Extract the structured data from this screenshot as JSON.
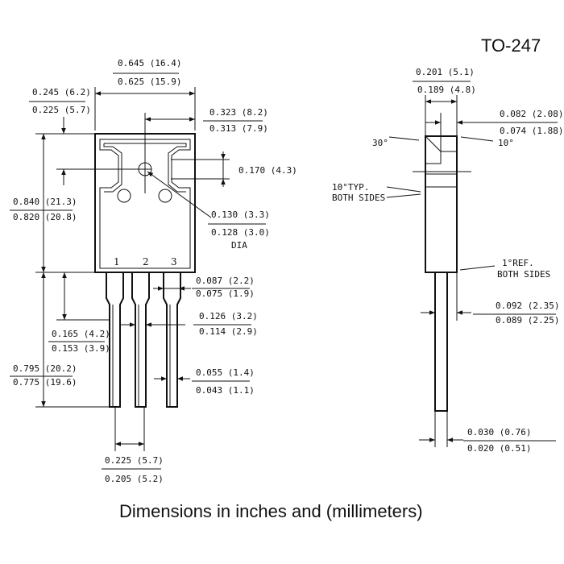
{
  "title": "TO-247",
  "caption": "Dimensions in inches and (millimeters)",
  "pins": [
    "1",
    "2",
    "3"
  ],
  "front_view": {
    "body_width": {
      "max": "0.645 (16.4)",
      "min": "0.625 (15.9)"
    },
    "tab_left_offset": {
      "max": "0.245 (6.2)",
      "min": "0.225 (5.7)"
    },
    "hole_to_right_edge": {
      "max": "0.323 (8.2)",
      "min": "0.313 (7.9)"
    },
    "hole_vertical": "0.170 (4.3)",
    "hole_dia": {
      "max": "0.130 (3.3)",
      "min": "0.128 (3.0)",
      "note": "DIA"
    },
    "body_height": {
      "max": "0.840 (21.3)",
      "min": "0.820 (20.8)"
    },
    "lead_wide_width": {
      "max": "0.087 (2.2)",
      "min": "0.075 (1.9)"
    },
    "lead_shoulder": {
      "max": "0.165 (4.2)",
      "min": "0.153 (3.9)"
    },
    "lead_spacing_small": {
      "max": "0.126 (3.2)",
      "min": "0.114 (2.9)"
    },
    "lead_length": {
      "max": "0.795 (20.2)",
      "min": "0.775 (19.6)"
    },
    "lead_narrow_width": {
      "max": "0.055 (1.4)",
      "min": "0.043 (1.1)"
    },
    "pin_pitch": {
      "max": "0.225 (5.7)",
      "min": "0.205 (5.2)"
    }
  },
  "side_view": {
    "body_thickness": {
      "max": "0.201 (5.1)",
      "min": "0.189 (4.8)"
    },
    "tab_thickness": {
      "max": "0.082 (2.08)",
      "min": "0.074 (1.88)"
    },
    "angle_left": "30°",
    "angle_right": "10°",
    "taper_note_1": "10°TYP.",
    "taper_note_2": "BOTH SIDES",
    "ref_note_1": "1°REF.",
    "ref_note_2": "BOTH SIDES",
    "lead_offset": {
      "max": "0.092 (2.35)",
      "min": "0.089 (2.25)"
    },
    "lead_thickness": {
      "max": "0.030 (0.76)",
      "min": "0.020 (0.51)"
    }
  }
}
